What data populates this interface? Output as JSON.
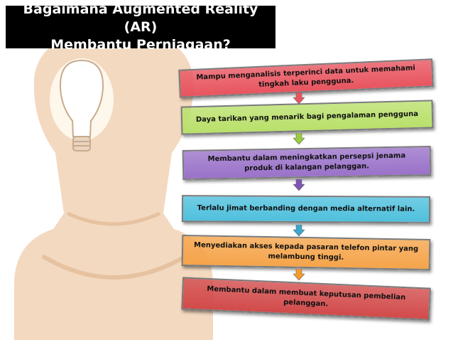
{
  "title": {
    "line1": "Bagaimana Augmented Reality (AR)",
    "line2": "Membantu Perniagaan?"
  },
  "colors": {
    "illustration": "#f3d9c0",
    "bulb": "#fffdf8",
    "title_bg": "#000000",
    "title_text": "#ffffff"
  },
  "steps": [
    {
      "text": "Mampu menganalisis terperinci data untuk memahami tingkah laku pengguna.",
      "color": "#e8545f",
      "arrow_color": "#e8545f"
    },
    {
      "text": "Daya tarikan yang menarik bagi pengalaman pengguna",
      "color": "#b9e06a",
      "arrow_color": "#9ccc3f"
    },
    {
      "text": "Membantu dalam meningkatkan persepsi jenama produk di kalangan pelanggan.",
      "color": "#9a72c9",
      "arrow_color": "#7f55b5"
    },
    {
      "text": "Terlalu jimat berbanding dengan media alternatif lain.",
      "color": "#4fc0dd",
      "arrow_color": "#3aa7cf"
    },
    {
      "text": "Menyediakan akses kepada pasaran telefon pintar yang melambung tinggi.",
      "color": "#f5a44a",
      "arrow_color": "#f59a30"
    },
    {
      "text": "Membantu dalam membuat keputusan pembelian pelanggan.",
      "color": "#d24a4a",
      "arrow_color": null
    }
  ]
}
